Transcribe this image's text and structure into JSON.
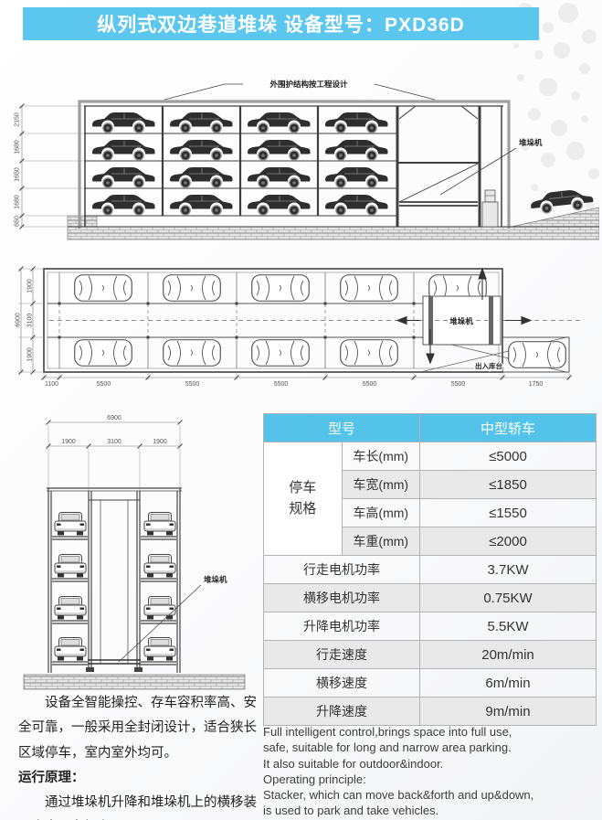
{
  "header": {
    "title": "纵列式双边巷道堆垛  设备型号：PXD36D"
  },
  "drawings": {
    "elevation": {
      "enclosure_label": "外围护结构按工程设计",
      "stacker_label": "堆垛机",
      "dims": [
        "2150",
        "1680",
        "1650",
        "1680",
        "650"
      ]
    },
    "plan": {
      "stacker_label": "堆垛机",
      "platform_label": "出入库台",
      "total_left_dim": "6900",
      "row_dims": [
        "1900",
        "3100",
        "1900"
      ],
      "bottom_dims": [
        "1100",
        "5500",
        "5500",
        "5500",
        "5500",
        "5500",
        "1750"
      ]
    },
    "section": {
      "total_dim": "6900",
      "col_dims": [
        "1900",
        "3100",
        "1900"
      ],
      "stacker_label": "堆垛机"
    }
  },
  "table": {
    "header_col1": "型号",
    "header_col2": "中型轿车",
    "group_label": "停车\n规格",
    "spec_rows": [
      {
        "label": "车长(mm)",
        "value": "≤5000"
      },
      {
        "label": "车宽(mm)",
        "value": "≤1850"
      },
      {
        "label": "车高(mm)",
        "value": "≤1550"
      },
      {
        "label": "车重(mm)",
        "value": "≤2000"
      }
    ],
    "param_rows": [
      {
        "label": "行走电机功率",
        "value": "3.7KW"
      },
      {
        "label": "横移电机功率",
        "value": "0.75KW"
      },
      {
        "label": "升降电机功率",
        "value": "5.5KW"
      },
      {
        "label": "行走速度",
        "value": "20m/min"
      },
      {
        "label": "横移速度",
        "value": "6m/min"
      },
      {
        "label": "升降速度",
        "value": "9m/min"
      }
    ]
  },
  "notes_cn": {
    "para1": "设备全智能操控、存车容积率高、安全可靠，一般采用全封闭设计，适合狭长区域停车，室内室外均可。",
    "heading": "运行原理：",
    "para2": "通过堆垛机升降和堆垛机上的横移装置来实现车辆存取。"
  },
  "notes_en": {
    "lines": [
      "Full intelligent control,brings space into full use,",
      "safe, suitable for long and narrow area parking.",
      "It also suitable for outdoor&indoor.",
      "Operating principle:",
      "Stacker, which can move back&forth and up&down,",
      "is used to park and take vehicles."
    ]
  },
  "colors": {
    "accent_blue": "#5bc7ee",
    "table_header_blue": "#54c3ea",
    "row_gray": "#e9e9e9"
  }
}
